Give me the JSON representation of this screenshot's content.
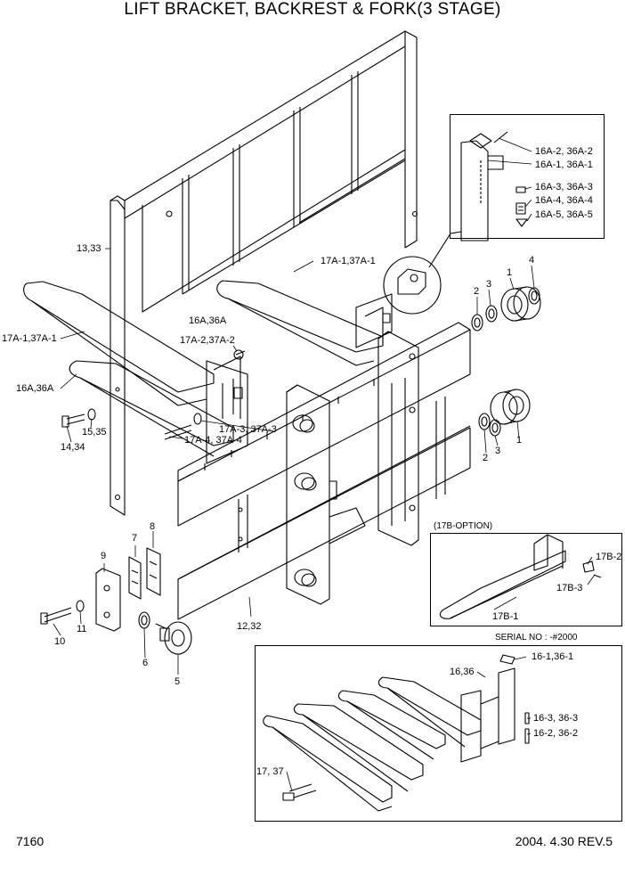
{
  "title": "LIFT BRACKET, BACKREST & FORK(3 STAGE)",
  "page_number": "7160",
  "revision": "2004. 4.30 REV.5",
  "option_box_title": "(17B-OPTION)",
  "serial_box_title": "SERIAL NO : -#2000",
  "labels": {
    "l_13_33": "13,33",
    "l_17a1_top": "17A-1,37A-1",
    "l_17a1_left": "17A-1,37A-1",
    "l_16a_36a_mid": "16A,36A",
    "l_17a2": "17A-2,37A-2",
    "l_16a_36a_left": "16A,36A",
    "l_15_35": "15,35",
    "l_14_34": "14,34",
    "l_17a3": "17A-3, 37A-3",
    "l_17a4": "17A-4, 37A-4",
    "l_1_top": "1",
    "l_2_top": "2",
    "l_3_top": "3",
    "l_4_top": "4",
    "l_1_bot": "1",
    "l_2_bot": "2",
    "l_3_bot": "3",
    "l_7": "7",
    "l_8": "8",
    "l_9": "9",
    "l_10": "10",
    "l_11": "11",
    "l_6": "6",
    "l_5": "5",
    "l_12_32": "12,32",
    "d_16a2": "16A-2, 36A-2",
    "d_16a1": "16A-1, 36A-1",
    "d_16a3": "16A-3, 36A-3",
    "d_16a4": "16A-4, 36A-4",
    "d_16a5": "16A-5, 36A-5",
    "o_17b2": "17B-2",
    "o_17b3": "17B-3",
    "o_17b1": "17B-1",
    "s_16_1": "16-1,36-1",
    "s_16_36": "16,36",
    "s_16_3": "16-3, 36-3",
    "s_16_2": "16-2, 36-2",
    "s_17_37": "17, 37"
  }
}
